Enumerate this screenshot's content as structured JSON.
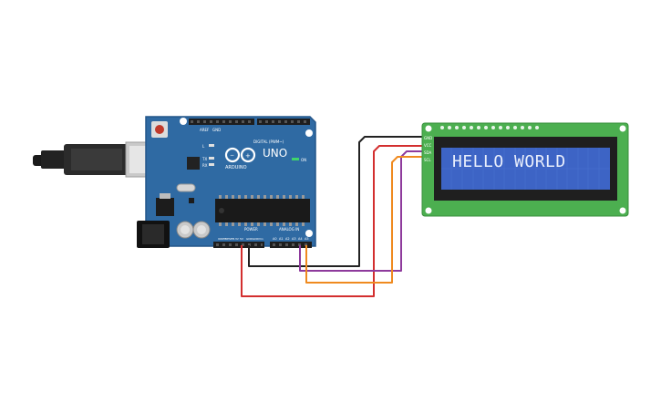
{
  "arduino": {
    "logo": "ARDUINO",
    "model": "UNO",
    "on_label": "ON",
    "digital_label": "DIGITAL (PWM~)",
    "power_label": "POWER",
    "analog_label": "ANALOG IN",
    "aref_label": "AREF",
    "gnd_label": "GND",
    "power_pins": [
      "IOREF",
      "RESET",
      "3.3V",
      "5V",
      "GND",
      "GND",
      "Vin"
    ],
    "analog_pins": [
      "A0",
      "A1",
      "A2",
      "A3",
      "A4",
      "A5"
    ],
    "led_labels": [
      "L",
      "TX",
      "RX"
    ]
  },
  "lcd": {
    "text": "HELLO WORLD",
    "pins": [
      "GND",
      "VCC",
      "SDA",
      "SCL"
    ]
  },
  "colors": {
    "board": "#2f6aa3",
    "lcd_pcb": "#4caf50",
    "lcd_screen": "#3d64c5",
    "wire_gnd": "#222222",
    "wire_vcc": "#d32f2f",
    "wire_sda": "#8e3a9c",
    "wire_scl": "#ef8a1f"
  }
}
